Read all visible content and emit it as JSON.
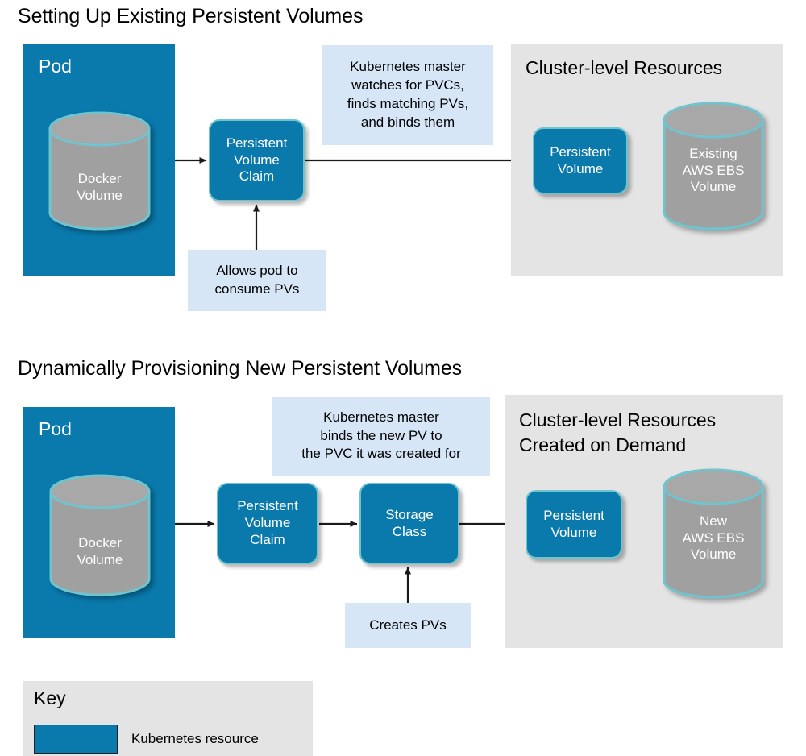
{
  "colors": {
    "kubernetes_blue": "#0A79AC",
    "node_border_teal": "#6FC4CE",
    "cylinder_gray": "#A0A0A0",
    "panel_gray": "#E4E4E4",
    "note_blue": "#D6E6F7",
    "arrow_black": "#1A1A1A",
    "text_white": "#FFFFFF",
    "text_black": "#000000"
  },
  "sections": [
    {
      "title": "Setting Up Existing Persistent Volumes",
      "pod": {
        "label": "Pod",
        "volume": "Docker\nVolume",
        "volume_line1": "Docker",
        "volume_line2": "Volume"
      },
      "pvc": {
        "line1": "Persistent",
        "line2": "Volume",
        "line3": "Claim"
      },
      "note_master": "Kubernetes master watches for PVCs, finds matching PVs, and binds them",
      "note_master_lines": [
        "Kubernetes master",
        "watches for PVCs,",
        "finds matching PVs,",
        "and binds them"
      ],
      "note_pvc": "Allows pod to consume PVs",
      "note_pvc_lines": [
        "Allows pod to",
        "consume PVs"
      ],
      "cluster": {
        "title": "Cluster-level Resources",
        "title_lines": [
          "Cluster-level Resources"
        ],
        "pv": {
          "line1": "Persistent",
          "line2": "Volume"
        },
        "ebs_lines": [
          "Existing",
          "AWS EBS",
          "Volume"
        ]
      }
    },
    {
      "title": "Dynamically Provisioning New Persistent Volumes",
      "pod": {
        "label": "Pod",
        "volume_line1": "Docker",
        "volume_line2": "Volume"
      },
      "pvc": {
        "line1": "Persistent",
        "line2": "Volume",
        "line3": "Claim"
      },
      "storage_class": {
        "line1": "Storage",
        "line2": "Class"
      },
      "note_master": "Kubernetes master binds the new PV to the PVC it was created for",
      "note_master_lines": [
        "Kubernetes master",
        "binds the new PV to",
        "the PVC it was created for"
      ],
      "note_sc": "Creates PVs",
      "note_sc_lines": [
        "Creates PVs"
      ],
      "cluster": {
        "title": "Cluster-level Resources Created on Demand",
        "title_lines": [
          "Cluster-level Resources",
          "Created on Demand"
        ],
        "pv": {
          "line1": "Persistent",
          "line2": "Volume"
        },
        "ebs_lines": [
          "New",
          "AWS EBS",
          "Volume"
        ]
      }
    }
  ],
  "key": {
    "title": "Key",
    "entries": [
      {
        "label": "Kubernetes resource",
        "swatch_color": "#0A79AC"
      }
    ]
  }
}
